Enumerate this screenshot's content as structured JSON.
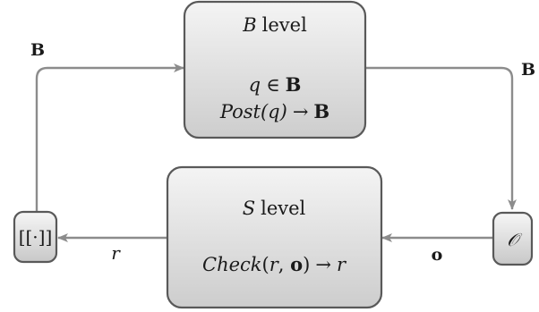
{
  "b_level": {
    "title_var": "B",
    "title_word": "level",
    "line1_var": "q",
    "line1_op": "∈",
    "line1_set": "B",
    "line2_fn": "Post",
    "line2_arg": "(q)",
    "line2_arrow": "→",
    "line2_set": "B"
  },
  "s_level": {
    "title_var": "S",
    "title_word": "level",
    "line1_fn": "Check",
    "line1_open": "(",
    "line1_arg1": "r",
    "line1_comma": ", ",
    "line1_arg2": "o",
    "line1_close": ")",
    "line1_arrow": "→",
    "line1_result": "r"
  },
  "nodes": {
    "semantics": {
      "glyph": "[[·]]"
    },
    "oracle": {
      "glyph": "𝒪"
    }
  },
  "edges": {
    "semantics_to_b": {
      "label": "B"
    },
    "b_to_oracle": {
      "label": "B"
    },
    "oracle_to_s": {
      "label": "o"
    },
    "s_to_semantics": {
      "label": "r"
    }
  },
  "colors": {
    "box_border": "#595959",
    "box_fill_top": "#f2f2f2",
    "box_fill_bottom": "#cfcfcf",
    "wire": "#8c8c8c",
    "text": "#1a1a1a"
  }
}
